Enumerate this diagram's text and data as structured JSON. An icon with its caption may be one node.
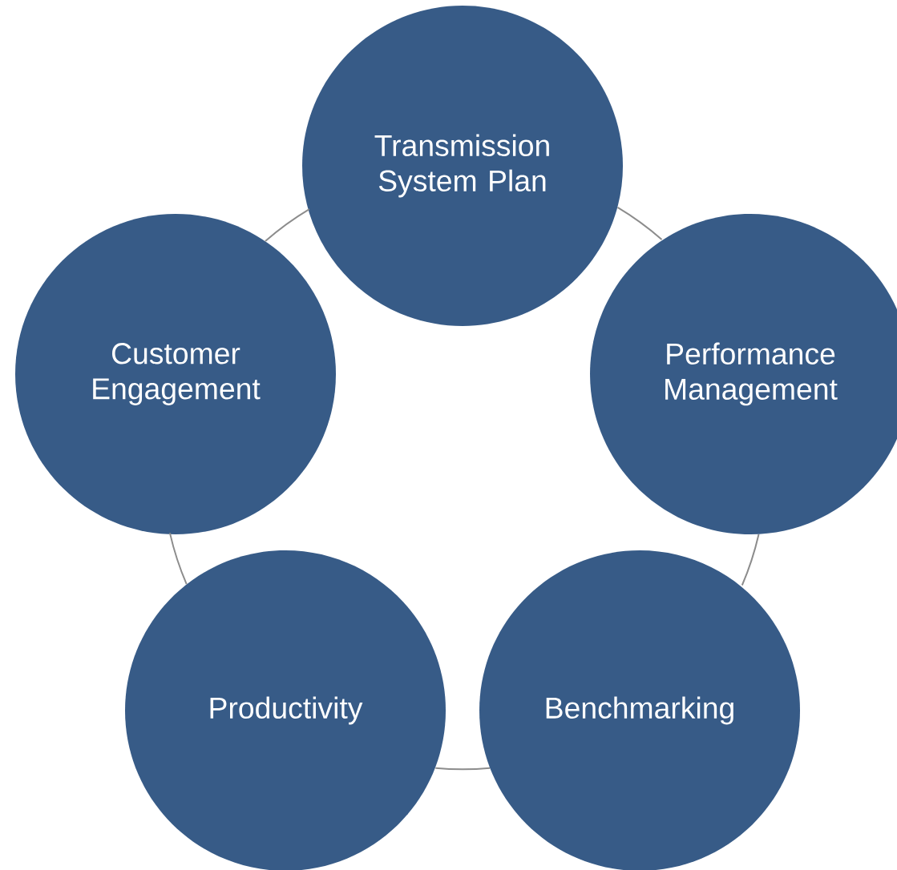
{
  "diagram": {
    "nodes": [
      {
        "text": [
          "Transmission System Plan"
        ]
      },
      {
        "text": [
          "Customer Engagement"
        ]
      },
      {
        "text": [
          "Performance Management"
        ]
      },
      {
        "text": [
          "Productivity"
        ]
      },
      {
        "text": [
          "Benchmarking"
        ]
      }
    ],
    "edges": [
      {
        "from": 0,
        "to": 2,
        "arrow": "none"
      },
      {
        "from": 2,
        "to": 4,
        "arrow": "none"
      },
      {
        "from": 4,
        "to": 3,
        "arrow": "none"
      },
      {
        "from": 3,
        "to": 1,
        "arrow": "none"
      },
      {
        "from": 1,
        "to": 0,
        "arrow": "none"
      }
    ]
  }
}
